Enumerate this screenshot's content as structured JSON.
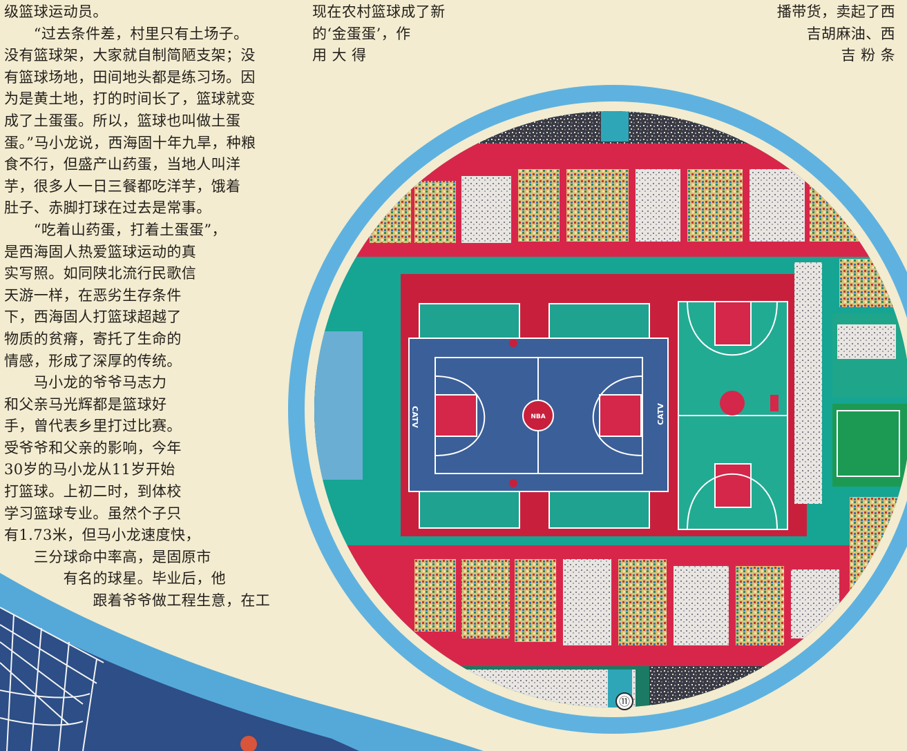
{
  "article": {
    "left_column": [
      "级篮球运动员。",
      "　　“过去条件差，村里只有土场子。",
      "没有篮球架，大家就自制简陋支架；没",
      "有篮球场地，田间地头都是练习场。因",
      "为是黄土地，打的时间长了，篮球就变",
      "成了土蛋蛋。所以，篮球也叫做土蛋",
      "蛋。”马小龙说，西海固十年九旱，种粮",
      "食不行，但盛产山药蛋，当地人叫洋",
      "芋，很多人一日三餐都吃洋芋，饿着",
      "肚子、赤脚打球在过去是常事。",
      "　　“吃着山药蛋，打着土蛋蛋”，",
      "是西海固人热爱篮球运动的真",
      "实写照。如同陕北流行民歌信",
      "天游一样，在恶劣生存条件",
      "下，西海固人打篮球超越了",
      "物质的贫瘠，寄托了生命的",
      "情感，形成了深厚的传统。",
      "　　马小龙的爷爷马志力",
      "和父亲马光辉都是篮球好",
      "手，曾代表乡里打过比赛。",
      "受爷爷和父亲的影响，今年",
      "30岁的马小龙从11岁开始",
      "打篮球。上初二时，到体校",
      "学习篮球专业。虽然个子只",
      "有1.73米，但马小龙速度快，",
      "　　三分球命中率高，是固原市",
      "　　　　有名的球星。毕业后，他",
      "　　　　　　跟着爷爷做工程生意，在工"
    ],
    "middle_column": [
      "现在农村篮球成了新",
      "的‘金蛋蛋’，作",
      "用 大 得"
    ],
    "right_column": [
      "播带货，卖起了西",
      "吉胡麻油、西",
      "吉 粉 条"
    ]
  },
  "photo": {
    "court_marks": [
      "CATV",
      "CATV",
      "NBA"
    ],
    "page_marker": "⑪"
  },
  "colors": {
    "paper": "#f3ecd0",
    "ring": "#5fb2df",
    "track": "#d8264a",
    "turf": "#19a99a",
    "blue_court": "#3b5f98"
  }
}
